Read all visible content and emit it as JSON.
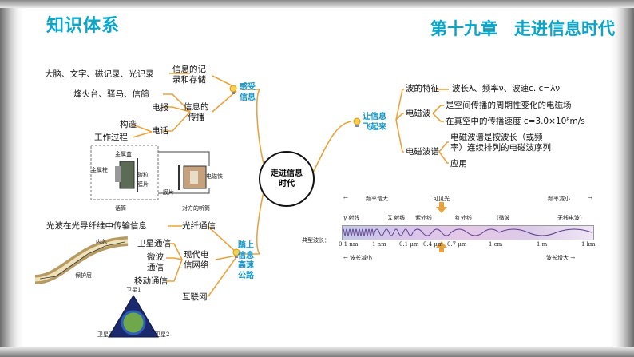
{
  "header": {
    "title_left": "知识体系",
    "title_right": "第十九章　走进信息时代"
  },
  "center": {
    "line1": "走进信息",
    "line2": "时代"
  },
  "left_top": {
    "branch1": "感受\n信息",
    "store_label_1": "信息的记",
    "store_label_2": "录和存储",
    "store_items": "大脑、文字、磁记录、光记录",
    "trans_label_1": "信息的",
    "trans_label_2": "传播",
    "ancient": "烽火台、驿马、信鸽",
    "telegraph": "电报",
    "phone": "电话",
    "structure": "构造",
    "process": "工作过程"
  },
  "phone_diagram": {
    "label_metal_box": "金属盒",
    "label_metal_rod": "金属柱",
    "label_carbon": "碳粒",
    "label_membrane": "膜片",
    "label_mouthpiece": "话筒",
    "label_electromagnet": "电磁铁",
    "label_magnet_plate": "膜片",
    "label_receiver": "对方的听筒"
  },
  "left_bottom": {
    "branch2_1": "踏上",
    "branch2_2": "信息",
    "branch2_3": "高速",
    "branch2_4": "公路",
    "fiber_item": "光波在光导纤维中传输信息",
    "fiber": "光纤通信",
    "modern_1": "现代电",
    "modern_2": "信网络",
    "satellite": "卫星通信",
    "microwave_1": "微波",
    "microwave_2": "通信",
    "mobile": "移动通信",
    "internet": "互联网",
    "core": "内芯",
    "cladding": "保护层",
    "sat1": "卫星1",
    "sat2": "卫星2",
    "sat3": "卫星3"
  },
  "right": {
    "branch3_1": "让信息",
    "branch3_2": "飞起来",
    "wave_feature": "波的特征",
    "wave_feature_detail": "波长λ、频率ν、波速c. c=λν",
    "em_wave": "电磁波",
    "em_def": "是空间传播的周期性变化的电磁场",
    "em_speed": "在真空中的传播速度 c=3.0×10⁸m/s",
    "em_spectrum": "电磁波谱",
    "spectrum_desc_1": "电磁波谱是按波长（或频",
    "spectrum_desc_2": "率）连续排列的电磁波序列",
    "application": "应用"
  },
  "spectrum": {
    "freq_up": "频率增大",
    "visible": "可见光",
    "freq_down": "频率减小",
    "bands": [
      "γ 射线",
      "X 射线",
      "紫外线",
      "红外线",
      "(微波",
      "无线电波)"
    ],
    "typical": "典型波长：",
    "ticks": [
      "0.1 nm",
      "1 nm",
      "0.1 μm",
      "0.4 μm",
      "0.7 μm",
      "1 cm",
      "1 m",
      "1 km"
    ],
    "wl_down": "波长减小",
    "wl_up": "波长增大"
  },
  "colors": {
    "accent": "#0aa6c9",
    "branch": "#1396c7",
    "line": "#e8a33d"
  }
}
